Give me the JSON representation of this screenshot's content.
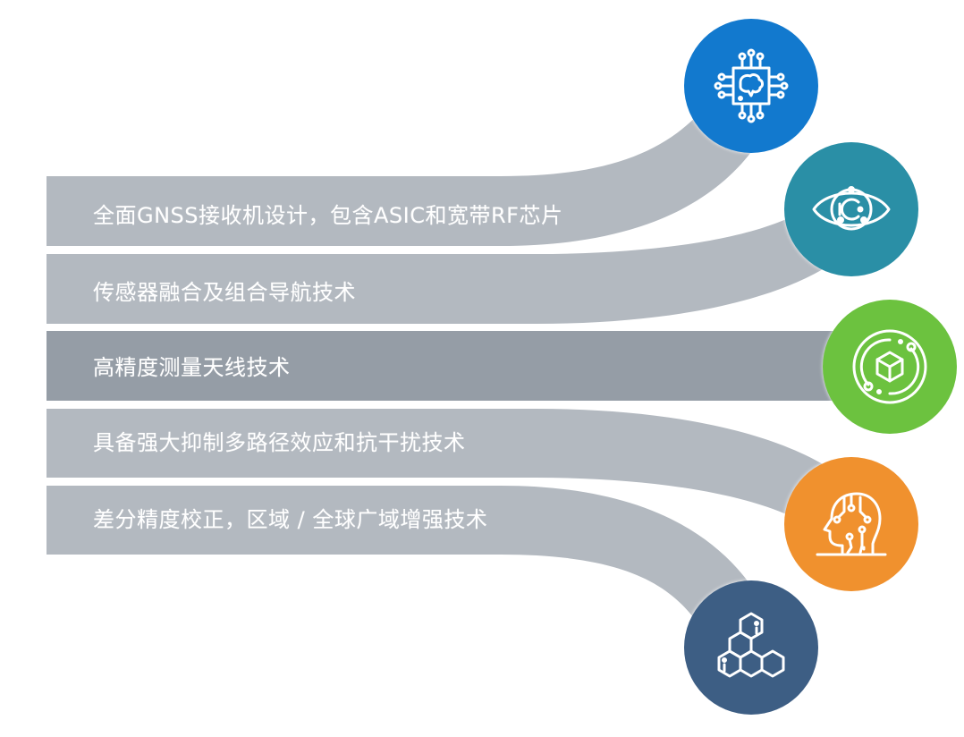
{
  "diagram": {
    "items": [
      {
        "label": "全面GNSS接收机设计，包含ASIC和宽带RF芯片",
        "icon": "ai-chip-icon",
        "color": "#1279CE"
      },
      {
        "label": "传感器融合及组合导航技术",
        "icon": "eye-sensor-icon",
        "color": "#2A8FA6"
      },
      {
        "label": "高精度测量天线技术",
        "icon": "cube-orbit-icon",
        "color": "#6CC23F"
      },
      {
        "label": "具备强大抑制多路径效应和抗干扰技术",
        "icon": "head-circuit-icon",
        "color": "#F0912E"
      },
      {
        "label": "差分精度校正，区域 / 全球广域增强技术",
        "icon": "hexagon-network-icon",
        "color": "#3D5E84"
      }
    ],
    "band_color": "#B3B9C0",
    "band_highlight_color": "#959DA6",
    "text_color": "#FFFFFF"
  }
}
